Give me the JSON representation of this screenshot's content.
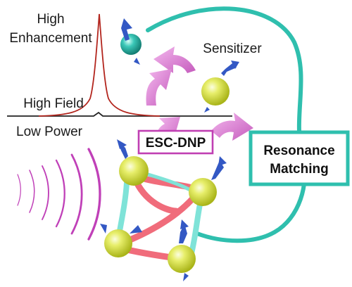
{
  "labels": {
    "high": "High",
    "enhancement": "Enhancement",
    "high_field": "High Field",
    "low_power": "Low Power",
    "sensitizer": "Sensitizer",
    "esc_dnp": "ESC-DNP",
    "resonance": "Resonance",
    "matching": "Matching"
  },
  "colors": {
    "teal": "#2fbfae",
    "peak": "#b3261e",
    "magenta_arrow": "#d979d0",
    "esc_box": "#c03fb3",
    "wave": "#c040b8",
    "yellow_sphere": "#d8e23a",
    "teal_sphere": "#27b3a6",
    "spin_arrow": "#3358c4",
    "bond_red": "#f06c7b",
    "bond_cyan": "#7fe3d8"
  },
  "icons": {
    "electron": "teal-sphere-icon",
    "radical": "yellow-sphere-icon",
    "spin": "spin-arrow-icon",
    "transfer": "curved-arrow-icon",
    "microwave": "microwave-wave-icon"
  }
}
